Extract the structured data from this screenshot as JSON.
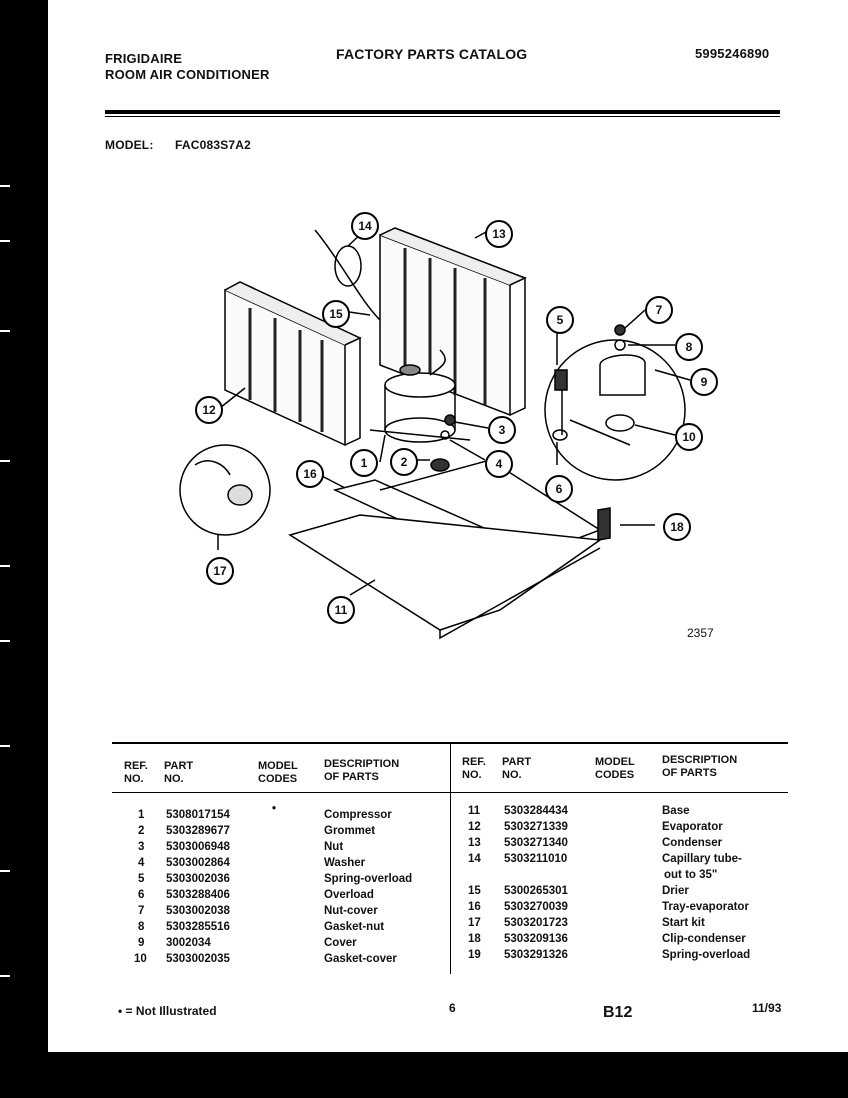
{
  "header": {
    "brand": "FRIGIDAIRE",
    "product": "ROOM AIR CONDITIONER",
    "catalog_title": "FACTORY PARTS CATALOG",
    "catalog_number": "5995246890",
    "model_label": "MODEL:",
    "model_value": "FAC083S7A2"
  },
  "diagram": {
    "drawing_number": "2357",
    "callouts": [
      "1",
      "2",
      "3",
      "4",
      "5",
      "6",
      "7",
      "8",
      "9",
      "10",
      "11",
      "12",
      "13",
      "14",
      "15",
      "16",
      "17",
      "18"
    ]
  },
  "table": {
    "headers": {
      "ref": [
        "REF.",
        "NO."
      ],
      "part": [
        "PART",
        "NO."
      ],
      "model": [
        "MODEL",
        "CODES"
      ],
      "desc": [
        "DESCRIPTION",
        "OF PARTS"
      ]
    },
    "left_rows": [
      {
        "ref": "1",
        "part": "5308017154",
        "model": "•",
        "desc": "Compressor"
      },
      {
        "ref": "2",
        "part": "5303289677",
        "model": "",
        "desc": "Grommet"
      },
      {
        "ref": "3",
        "part": "5303006948",
        "model": "",
        "desc": "Nut"
      },
      {
        "ref": "4",
        "part": "5303002864",
        "model": "",
        "desc": "Washer"
      },
      {
        "ref": "5",
        "part": "5303002036",
        "model": "",
        "desc": "Spring-overload"
      },
      {
        "ref": "6",
        "part": "5303288406",
        "model": "",
        "desc": "Overload"
      },
      {
        "ref": "7",
        "part": "5303002038",
        "model": "",
        "desc": "Nut-cover"
      },
      {
        "ref": "8",
        "part": "5303285516",
        "model": "",
        "desc": "Gasket-nut"
      },
      {
        "ref": "9",
        "part": "3002034",
        "model": "",
        "desc": "Cover"
      },
      {
        "ref": "10",
        "part": "5303002035",
        "model": "",
        "desc": "Gasket-cover"
      }
    ],
    "right_rows": [
      {
        "ref": "11",
        "part": "5303284434",
        "model": "",
        "desc": "Base"
      },
      {
        "ref": "12",
        "part": "5303271339",
        "model": "",
        "desc": "Evaporator"
      },
      {
        "ref": "13",
        "part": "5303271340",
        "model": "",
        "desc": "Condenser"
      },
      {
        "ref": "14",
        "part": "5303211010",
        "model": "",
        "desc": "Capillary tube-"
      },
      {
        "ref": "",
        "part": "",
        "model": "",
        "desc": "out to 35\""
      },
      {
        "ref": "15",
        "part": "5300265301",
        "model": "",
        "desc": "Drier"
      },
      {
        "ref": "16",
        "part": "5303270039",
        "model": "",
        "desc": "Tray-evaporator"
      },
      {
        "ref": "17",
        "part": "5303201723",
        "model": "",
        "desc": "Start kit"
      },
      {
        "ref": "18",
        "part": "5303209136",
        "model": "",
        "desc": "Clip-condenser"
      },
      {
        "ref": "19",
        "part": "5303291326",
        "model": "",
        "desc": "Spring-overload"
      }
    ]
  },
  "footer": {
    "note": "• = Not Illustrated",
    "page": "6",
    "section": "B12",
    "date": "11/93"
  }
}
